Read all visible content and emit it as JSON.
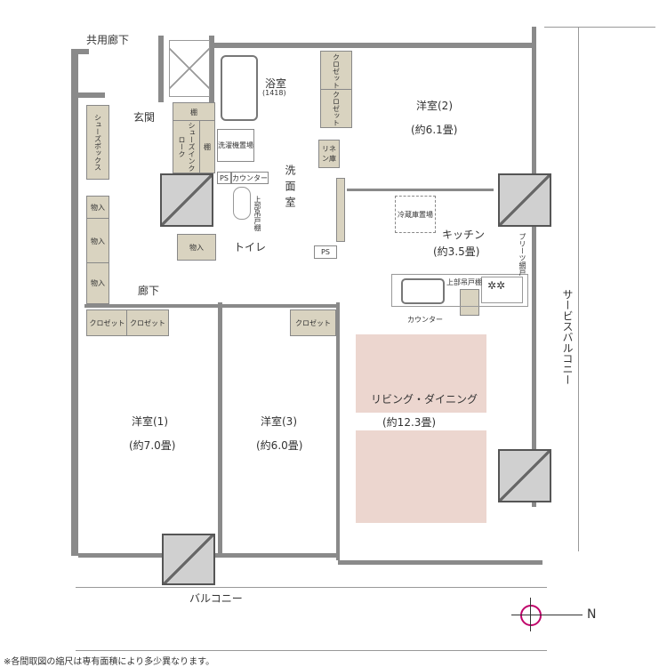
{
  "labels": {
    "common_corridor": "共用廊下",
    "bath": "浴室",
    "bath_size": "(1418)",
    "entrance": "玄関",
    "shelf1": "棚",
    "shelf2": "棚",
    "shoe_in_closet": "シューズインクローク",
    "shoe_box": "シューズボックス",
    "washer": "洗濯機置場",
    "counter_wc": "カウンター",
    "ps1": "PS",
    "ps2": "PS",
    "upper_cabinet_wc": "上部吊戸棚",
    "toilet": "トイレ",
    "washroom": "洗面室",
    "linen": "リネン庫",
    "closet_r2a": "クロゼット",
    "closet_r2b": "クロゼット",
    "storage1": "物入",
    "storage2": "物入",
    "storage3": "物入",
    "storage4": "物入",
    "hallway": "廊下",
    "room2": "洋室(2)",
    "room2_size": "(約6.1畳)",
    "fridge": "冷蔵庫置場",
    "kitchen": "キッチン",
    "kitchen_size": "(約3.5畳)",
    "pleated_screen": "プリーツ網戸",
    "upper_cabinet_k": "上部吊戸棚",
    "counter_k": "カウンター",
    "service_balcony": "サービスバルコニー",
    "closet_r1a": "クロゼット",
    "closet_r1b": "クロゼット",
    "closet_r3": "クロゼット",
    "room1": "洋室(1)",
    "room1_size": "(約7.0畳)",
    "room3": "洋室(3)",
    "room3_size": "(約6.0畳)",
    "living": "リビング・ダイニング",
    "living_size": "(約12.3畳)",
    "balcony": "バルコニー",
    "north": "N",
    "footnote": "※各間取図の縮尺は専有面積により多少異なります。"
  },
  "colors": {
    "storage": "#d9d3c0",
    "living_highlight": "#ecd6cf",
    "compass": "#c0006a"
  }
}
